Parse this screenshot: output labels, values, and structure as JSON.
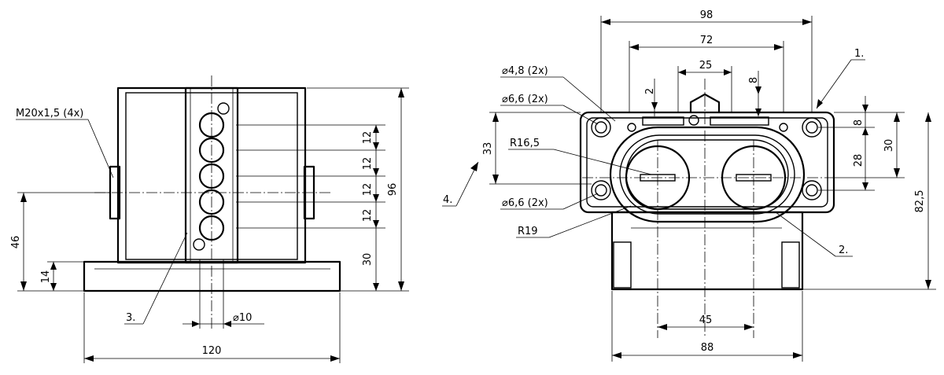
{
  "left_view": {
    "dim_overall_width": "120",
    "dim_overall_height": "96",
    "dim_axis_height": "46",
    "dim_base_height": "14",
    "dim_bottom_hole": "30",
    "dim_pitch_1": "12",
    "dim_pitch_2": "12",
    "dim_pitch_3": "12",
    "dim_pitch_4": "12",
    "dim_bore": "⌀10",
    "thread_callout": "M20x1,5 (4x)",
    "label_3": "3."
  },
  "right_view": {
    "dim_top_width": "98",
    "dim_inner_width": "72",
    "dim_center_width": "25",
    "dim_small_2": "2",
    "dim_small_8_top": "8",
    "dim_small_8_right": "8",
    "dim_hole_spacing": "28",
    "dim_top_band": "30",
    "dim_overall_height": "82,5",
    "dim_hole_pitch_left": "33",
    "dim_bottom_45": "45",
    "dim_bottom_88": "88",
    "callout_d48": "⌀4,8 (2x)",
    "callout_d66_top": "⌀6,6 (2x)",
    "callout_d66_bottom": "⌀6,6 (2x)",
    "callout_r165": "R16,5",
    "callout_r19": "R19",
    "label_1": "1.",
    "label_2": "2.",
    "label_4": "4."
  }
}
